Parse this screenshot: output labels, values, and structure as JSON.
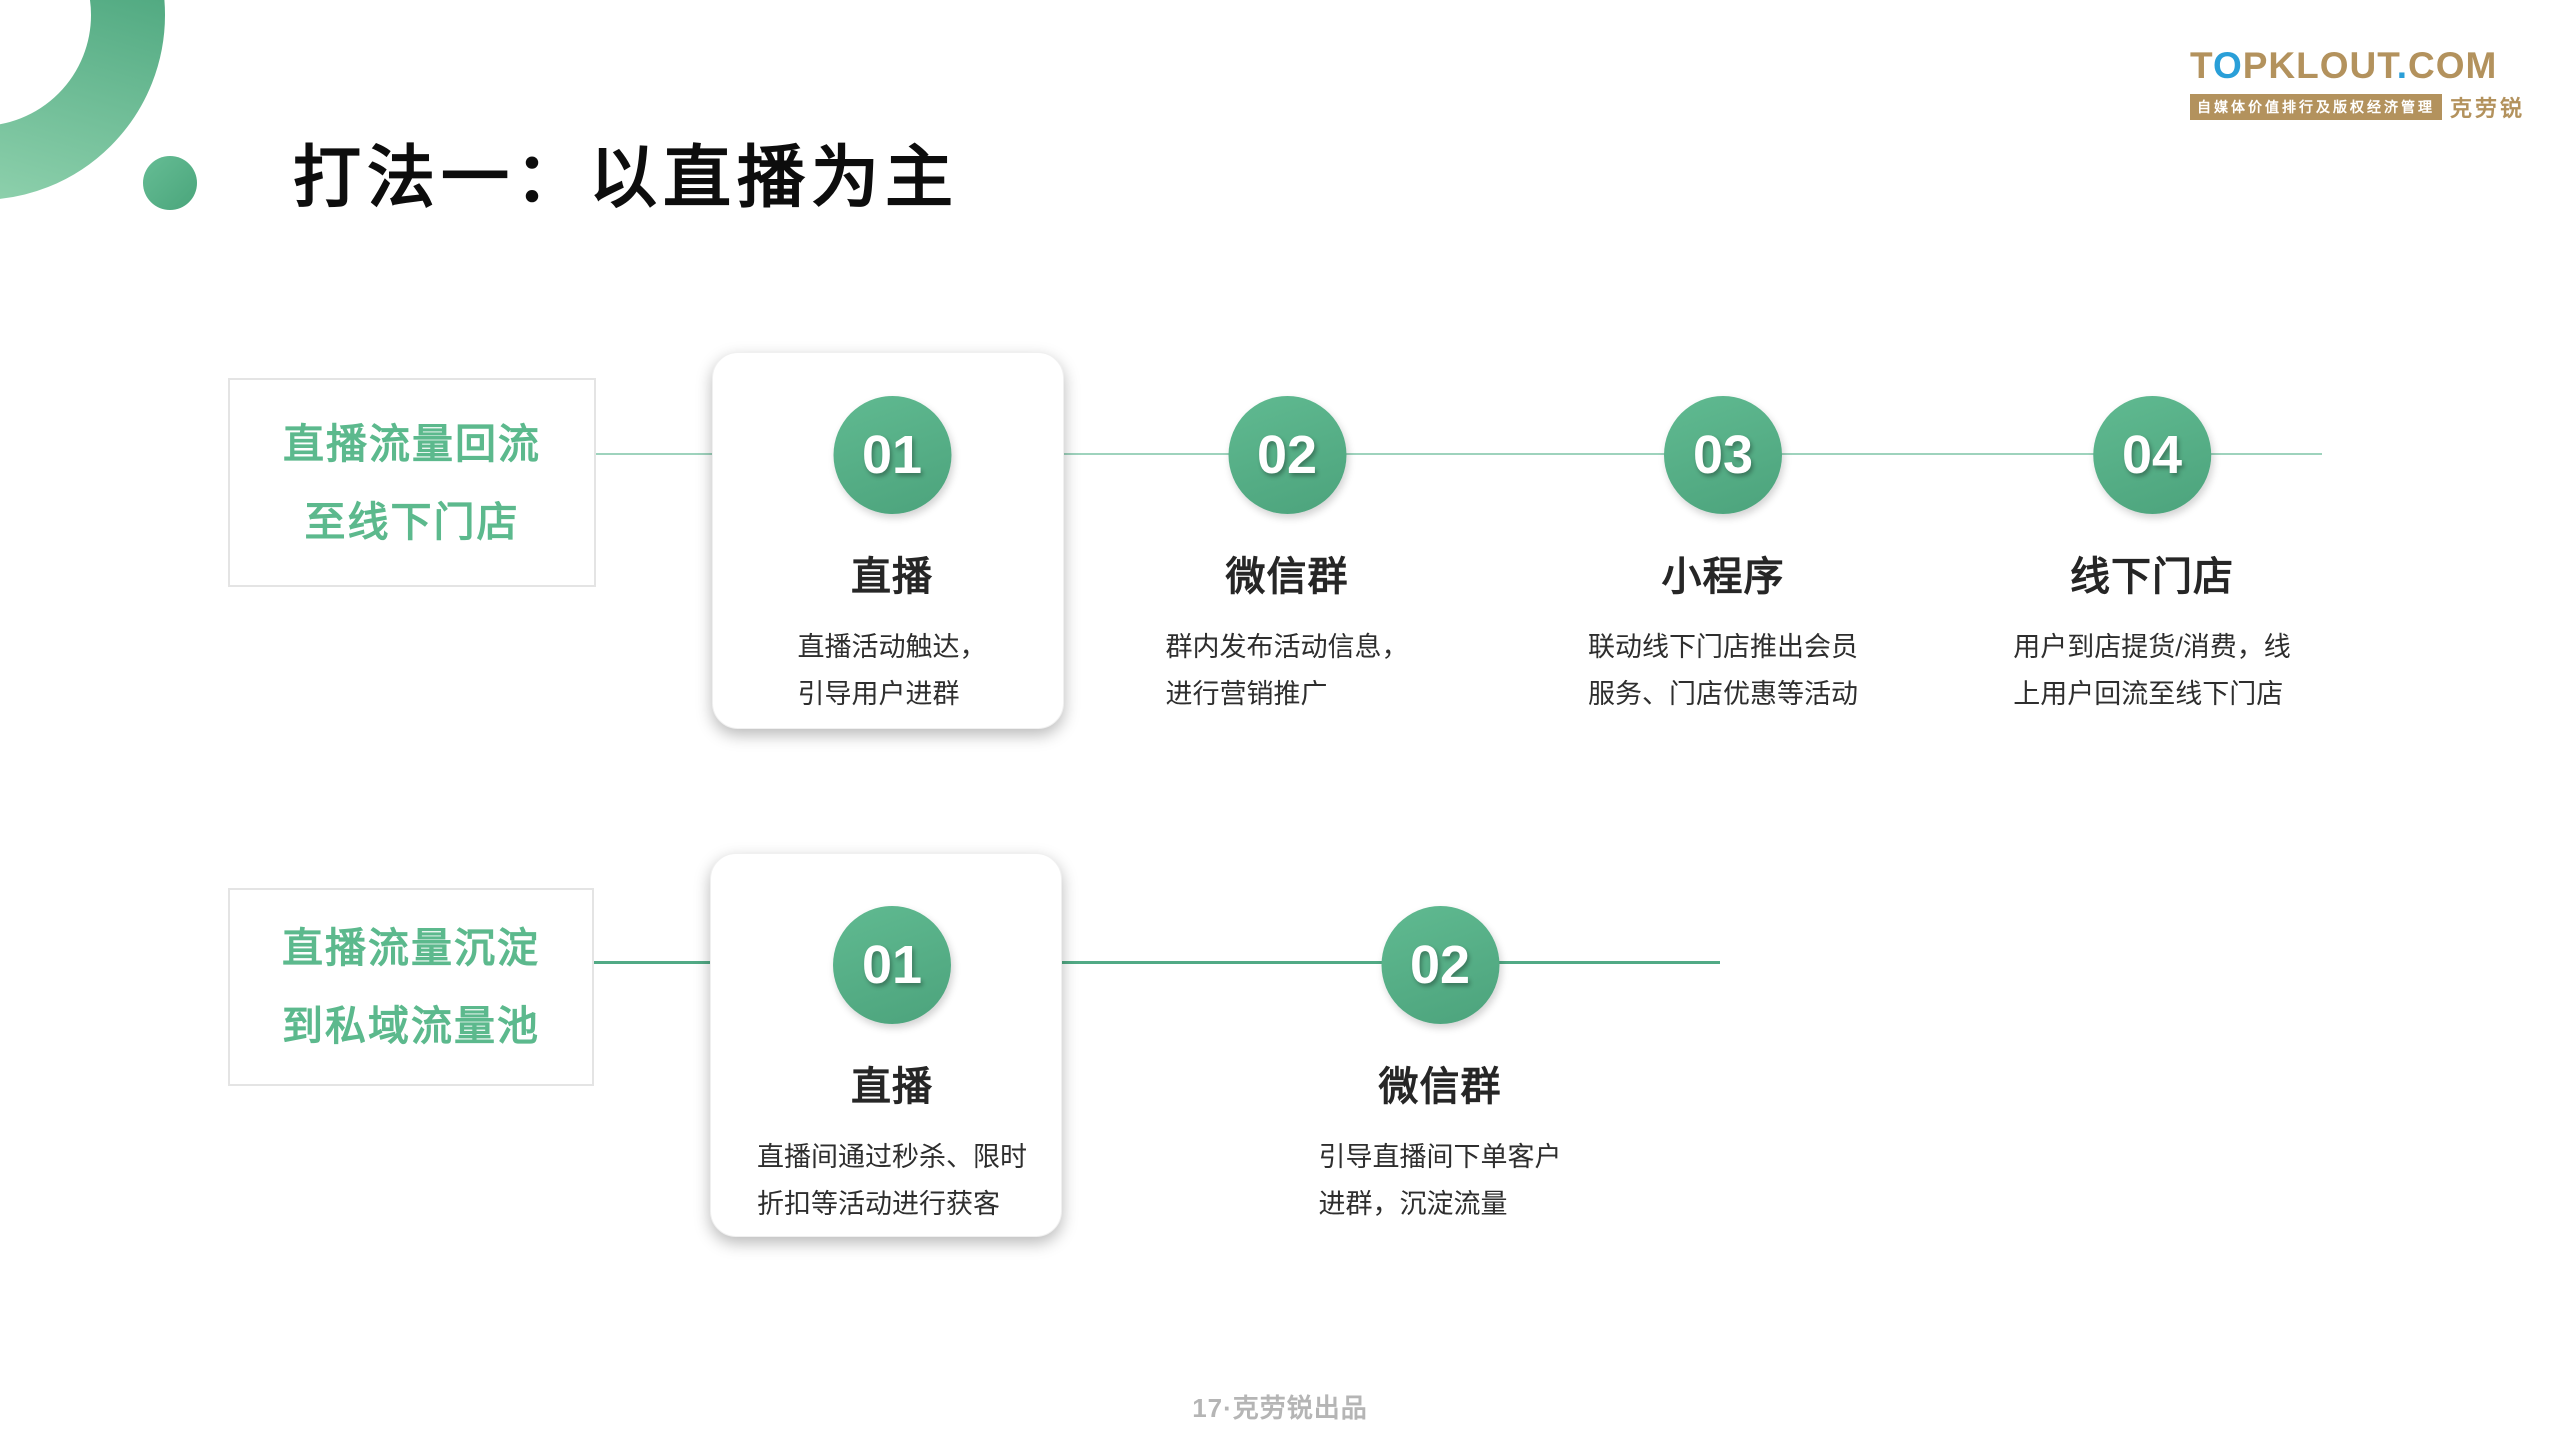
{
  "slide": {
    "title": "打法一：以直播为主",
    "footer": "17·克劳锐出品"
  },
  "logo": {
    "seg_t": "T",
    "seg_o": "O",
    "seg_pklout": "PKLOUT",
    "seg_dot": ".",
    "seg_com": "COM",
    "tagline": "自媒体价值排行及版权经济管理",
    "brand_cn": "克劳锐",
    "gold_color": "#b3925d",
    "blue_color": "#2a9fd8"
  },
  "colors": {
    "green_circle": "#56b287",
    "green_label_text": "#5cb98d",
    "flow_line_light": "#9ed3bd",
    "flow_line_dark": "#51aa85",
    "decor_gradient_start": "#44a178",
    "decor_gradient_end": "#90d2ae"
  },
  "flows": [
    {
      "label_line1": "直播流量回流",
      "label_line2": "至线下门店",
      "steps": [
        {
          "num": "01",
          "title": "直播",
          "desc_line1": "直播活动触达，",
          "desc_line2": "引导用户进群"
        },
        {
          "num": "02",
          "title": "微信群",
          "desc_line1": "群内发布活动信息，",
          "desc_line2": "进行营销推广"
        },
        {
          "num": "03",
          "title": "小程序",
          "desc_line1": "联动线下门店推出会员",
          "desc_line2": "服务、门店优惠等活动"
        },
        {
          "num": "04",
          "title": "线下门店",
          "desc_line1": "用户到店提货/消费，线",
          "desc_line2": "上用户回流至线下门店"
        }
      ]
    },
    {
      "label_line1": "直播流量沉淀",
      "label_line2": "到私域流量池",
      "steps": [
        {
          "num": "01",
          "title": "直播",
          "desc_line1": "直播间通过秒杀、限时",
          "desc_line2": "折扣等活动进行获客"
        },
        {
          "num": "02",
          "title": "微信群",
          "desc_line1": "引导直播间下单客户",
          "desc_line2": "进群，沉淀流量"
        }
      ]
    }
  ]
}
